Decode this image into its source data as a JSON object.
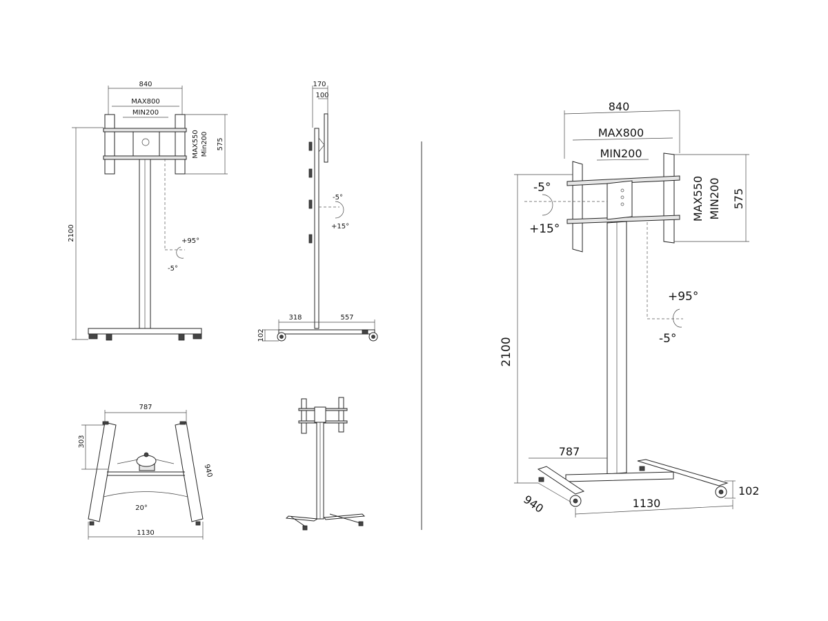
{
  "front_view": {
    "width": "840",
    "vesa_max_h": "MAX800",
    "vesa_min_h": "MIN200",
    "vesa_max_v": "MAX550",
    "vesa_min_v": "Min200",
    "bracket_height": "575",
    "total_height": "2100",
    "swivel_plus": "+95°",
    "swivel_minus": "-5°"
  },
  "side_view": {
    "depth_total": "170",
    "depth_plate": "100",
    "tilt_minus": "-5°",
    "tilt_plus": "+15°",
    "base_front": "318",
    "base_back": "557",
    "base_height": "102"
  },
  "top_view": {
    "inner_width": "787",
    "leg_offset": "303",
    "leg_length": "940",
    "leg_angle": "20°",
    "outer_width": "1130"
  },
  "iso_view": {
    "width": "840",
    "vesa_max_h": "MAX800",
    "vesa_min_h": "MIN200",
    "vesa_max_v": "MAX550",
    "vesa_min_v": "MIN200",
    "bracket_height": "575",
    "tilt_minus": "-5°",
    "tilt_plus": "+15°",
    "swivel_plus": "+95°",
    "swivel_minus": "-5°",
    "total_height": "2100",
    "inner_width": "787",
    "depth": "940",
    "outer_width": "1130",
    "base_height": "102"
  }
}
